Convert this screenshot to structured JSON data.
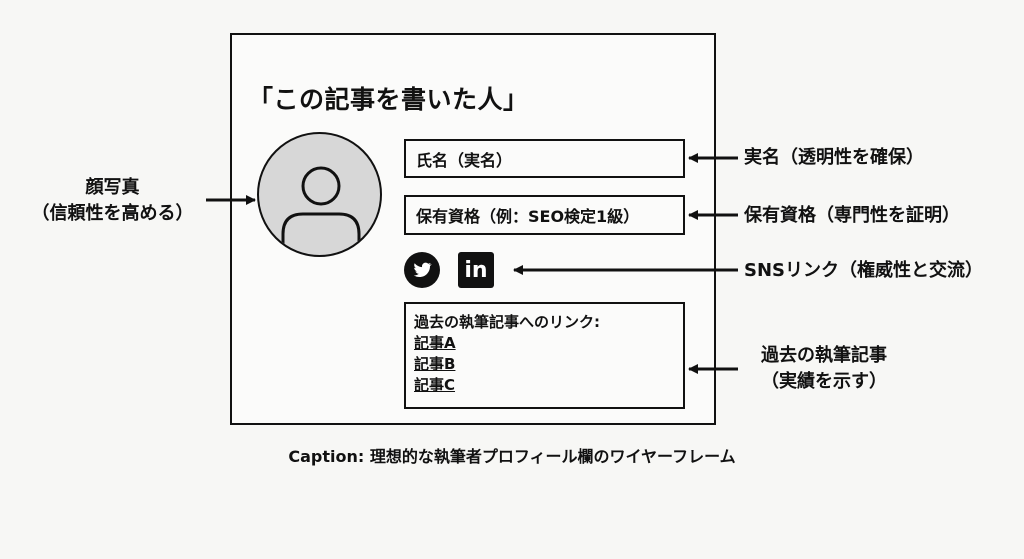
{
  "card": {
    "title": "「この記事を書いた人」",
    "name_field": "氏名（実名）",
    "qualification_field": "保有資格（例：SEO検定1級）",
    "sns_icons": [
      "twitter-icon",
      "linkedin-icon"
    ],
    "linkedin_glyph": "in",
    "articles": {
      "heading": "過去の執筆記事へのリンク:",
      "links": [
        "記事A",
        "記事B",
        "記事C"
      ]
    }
  },
  "annotations": {
    "photo": [
      "顔写真",
      "（信頼性を高める）"
    ],
    "real_name": "実名（透明性を確保）",
    "qualification": "保有資格（専門性を証明）",
    "sns": "SNSリンク（権威性と交流）",
    "past_articles": [
      "過去の執筆記事",
      "（実績を示す）"
    ]
  },
  "caption": "Caption: 理想的な執筆者プロフィール欄のワイヤーフレーム",
  "colors": {
    "line": "#111111",
    "avatar_fill": "#d7d7d7",
    "background": "#f7f7f5"
  }
}
